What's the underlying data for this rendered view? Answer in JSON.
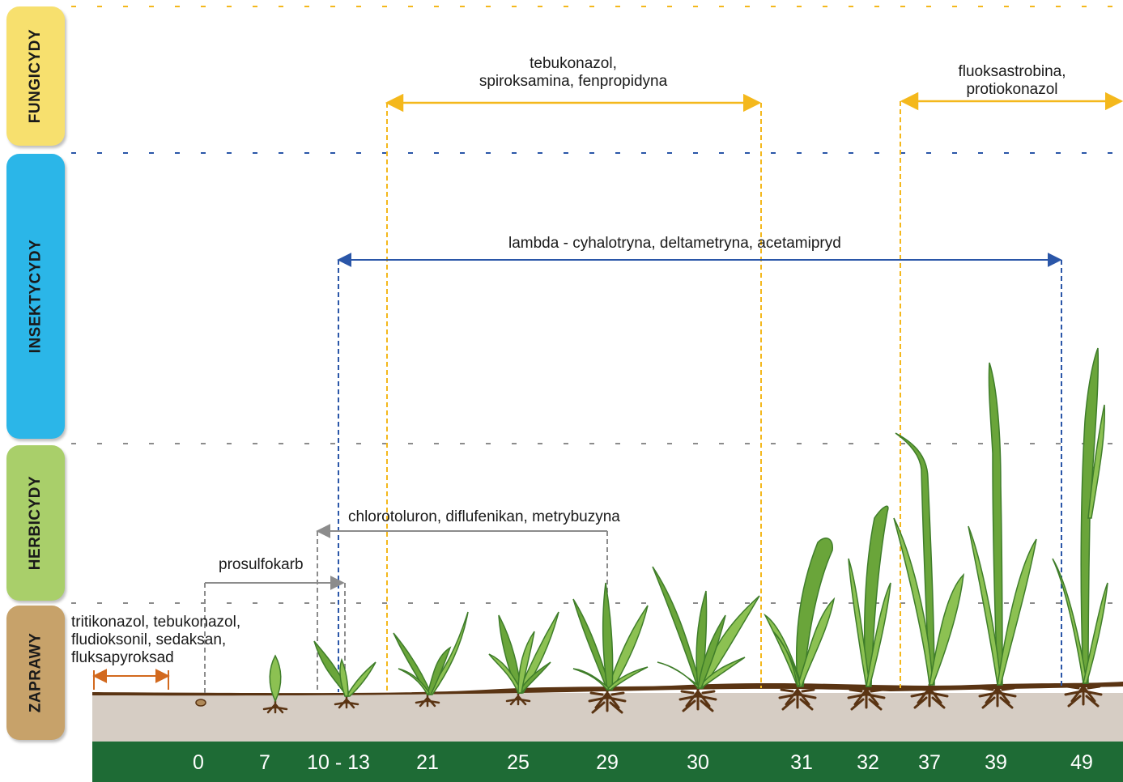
{
  "categories": [
    {
      "label": "FUNGICYDY",
      "color": "#f7e06e"
    },
    {
      "label": "INSEKTYCYDY",
      "color": "#2bb6e8"
    },
    {
      "label": "HERBICYDY",
      "color": "#a9cf6a"
    },
    {
      "label": "ZAPRAWY",
      "color": "#c7a26a"
    }
  ],
  "growth_stages": [
    "0",
    "7",
    "10 - 13",
    "21",
    "25",
    "29",
    "30",
    "31",
    "32",
    "37",
    "39",
    "49"
  ],
  "treatments": {
    "fungicide_1": {
      "line1": "tebukonazol,",
      "line2": "spiroksamina, fenpropidyna",
      "from_stage": "21",
      "to_stage": "30",
      "color": "#f4b81c"
    },
    "fungicide_2": {
      "line1": "fluoksastrobina,",
      "line2": "protiokonazol",
      "from_stage": "37",
      "to_stage": "49",
      "color": "#f4b81c"
    },
    "insecticide": {
      "label": "lambda - cyhalotryna, deltametryna, acetamipryd",
      "from_stage": "10 - 13",
      "to_stage": "49",
      "color": "#2a56a8"
    },
    "herbicide_1": {
      "label": "chlorotoluron, diflufenikan, metrybuzyna",
      "from_stage": "10 - 13",
      "to_stage": "29",
      "color": "#8c8c8c"
    },
    "herbicide_2": {
      "label": "prosulfokarb",
      "from_stage": "0",
      "to_stage": "10 - 13",
      "color": "#8c8c8c"
    },
    "seed_dressing": {
      "line1": "tritikonazol, tebukonazol,",
      "line2": "fludioksonil, sedaksan,",
      "line3": "fluksapyroksad",
      "color": "#d2691e"
    }
  },
  "colors": {
    "stage_bar": "#1e6b35",
    "soil": "#d6cdc4",
    "soil_line": "#5a3413",
    "plant_dark": "#3f7d2a",
    "plant_light": "#8cc152",
    "roots": "#5a3413"
  }
}
